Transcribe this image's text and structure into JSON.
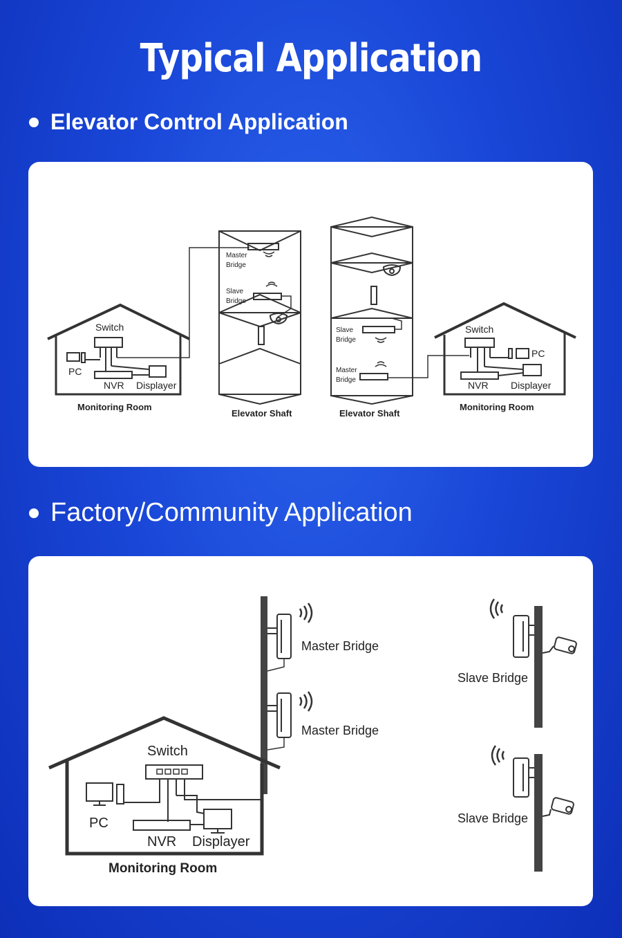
{
  "title": "Typical Application",
  "section1": {
    "heading": "Elevator Control Application",
    "left_room": {
      "switch": "Switch",
      "pc": "PC",
      "nvr": "NVR",
      "displayer": "Displayer",
      "caption": "Monitoring Room"
    },
    "shaft1": {
      "master1": "Master",
      "master2": "Bridge",
      "slave1": "Slave",
      "slave2": "Bridge",
      "caption": "Elevator Shaft"
    },
    "shaft2": {
      "slave1": "Slave",
      "slave2": "Bridge",
      "master1": "Master",
      "master2": "Bridge",
      "caption": "Elevator Shaft"
    },
    "right_room": {
      "switch": "Switch",
      "pc": "PC",
      "nvr": "NVR",
      "displayer": "Displayer",
      "caption": "Monitoring Room"
    }
  },
  "section2": {
    "heading": "Factory/Community Application",
    "room": {
      "switch": "Switch",
      "pc": "PC",
      "nvr": "NVR",
      "displayer": "Displayer",
      "caption": "Monitoring Room"
    },
    "master_bridge_top": "Master Bridge",
    "master_bridge_bottom": "Master Bridge",
    "slave_bridge_top": "Slave Bridge",
    "slave_bridge_bottom": "Slave Bridge"
  },
  "colors": {
    "background": "#1a47d8",
    "card": "#ffffff",
    "line": "#333333"
  }
}
